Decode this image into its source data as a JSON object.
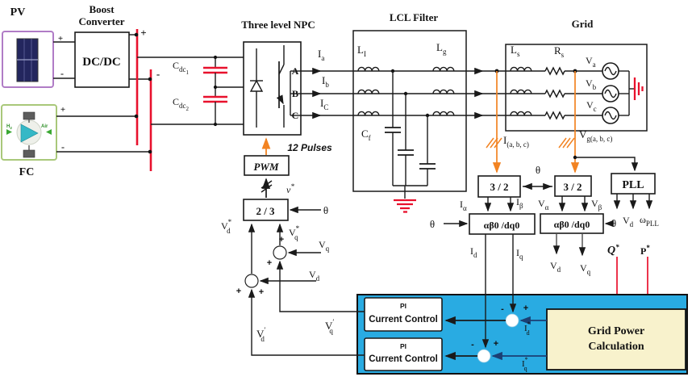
{
  "figure": {
    "description": "Block diagram: PV and FC sources with boost converter feeding a three level NPC inverter through a DC link, LCL filter to grid, with PWM, PLL, abc-dq transforms, PI current control and grid power calculation"
  },
  "colors": {
    "panel_blue": "#29ABE2",
    "calc_cream": "#F8F2CC",
    "bus_red": "#E8112D",
    "signal_orange": "#F28322",
    "pv_border": "#B07CC6",
    "fc_border": "#A9C87A",
    "wire": "#1a1a1a",
    "ref_line_navy": "#1b3f74"
  },
  "labels": {
    "pv": "PV",
    "boost1": "Boost",
    "boost2": "Converter",
    "dcdc": "DC/DC",
    "fc": "FC",
    "h2b": "H",
    "h2s": "2",
    "air": "Air",
    "plus": "+",
    "minus": "-",
    "cdc_b": "C",
    "cdc_s": "dc",
    "cdc1_n": "1",
    "cdc2_n": "2",
    "npc": "Three level NPC",
    "a": "A",
    "b": "B",
    "c": "C",
    "ia": {
      "b": "I",
      "s": "a"
    },
    "ib": {
      "b": "I",
      "s": "b"
    },
    "ic": {
      "b": "I",
      "s": "C"
    },
    "pulses": "12 Pulses",
    "pwm": "PWM",
    "lcl": "LCL Filter",
    "li": {
      "b": "L",
      "s": "I"
    },
    "lg": {
      "b": "L",
      "s": "g"
    },
    "cf": {
      "b": "C",
      "s": "f"
    },
    "grid": "Grid",
    "ls": {
      "b": "L",
      "s": "s"
    },
    "rs": {
      "b": "R",
      "s": "s"
    },
    "va": {
      "b": "V",
      "s": "a"
    },
    "vb": {
      "b": "V",
      "s": "b"
    },
    "vc": {
      "b": "V",
      "s": "c"
    },
    "iabc": {
      "b": "I",
      "s": "(a, b, c)"
    },
    "vgabc": {
      "b": "V",
      "s": "g(a, b, c)"
    },
    "theta": "θ",
    "three_two": "3 / 2",
    "pll": "PLL",
    "ialpha": {
      "b": "I",
      "s": "α"
    },
    "ibeta": {
      "b": "I",
      "s": "β"
    },
    "valpha": {
      "b": "V",
      "s": "α"
    },
    "vbeta": {
      "b": "V",
      "s": "β"
    },
    "abdq": "αβ0 /dq0",
    "vd": {
      "b": "V",
      "s": "d"
    },
    "vq": {
      "b": "V",
      "s": "q"
    },
    "wpll": {
      "b": "ω",
      "s": "PLL"
    },
    "id": {
      "b": "I",
      "s": "d"
    },
    "iq": {
      "b": "I",
      "s": "q"
    },
    "qref": {
      "b": "Q",
      "p": "*"
    },
    "pref": {
      "b": "P",
      "p": "*"
    },
    "idref": {
      "b": "I",
      "s": "d",
      "p": "*"
    },
    "iqref": {
      "b": "I",
      "s": "q",
      "p": "*"
    },
    "pi": "PI",
    "current_control": "Current Control",
    "gpc1": "Grid Power",
    "gpc2": "Calculation",
    "two_three": "2 / 3",
    "vref": {
      "b": "v",
      "p": "*"
    },
    "vdref": {
      "b": "V",
      "s": "d",
      "p": "*"
    },
    "vqref": {
      "b": "V",
      "s": "q",
      "p": "*"
    },
    "vdprime": {
      "b": "V",
      "s": "d",
      "p": "′"
    },
    "vqprime": {
      "b": "V",
      "s": "q",
      "p": "′"
    }
  }
}
